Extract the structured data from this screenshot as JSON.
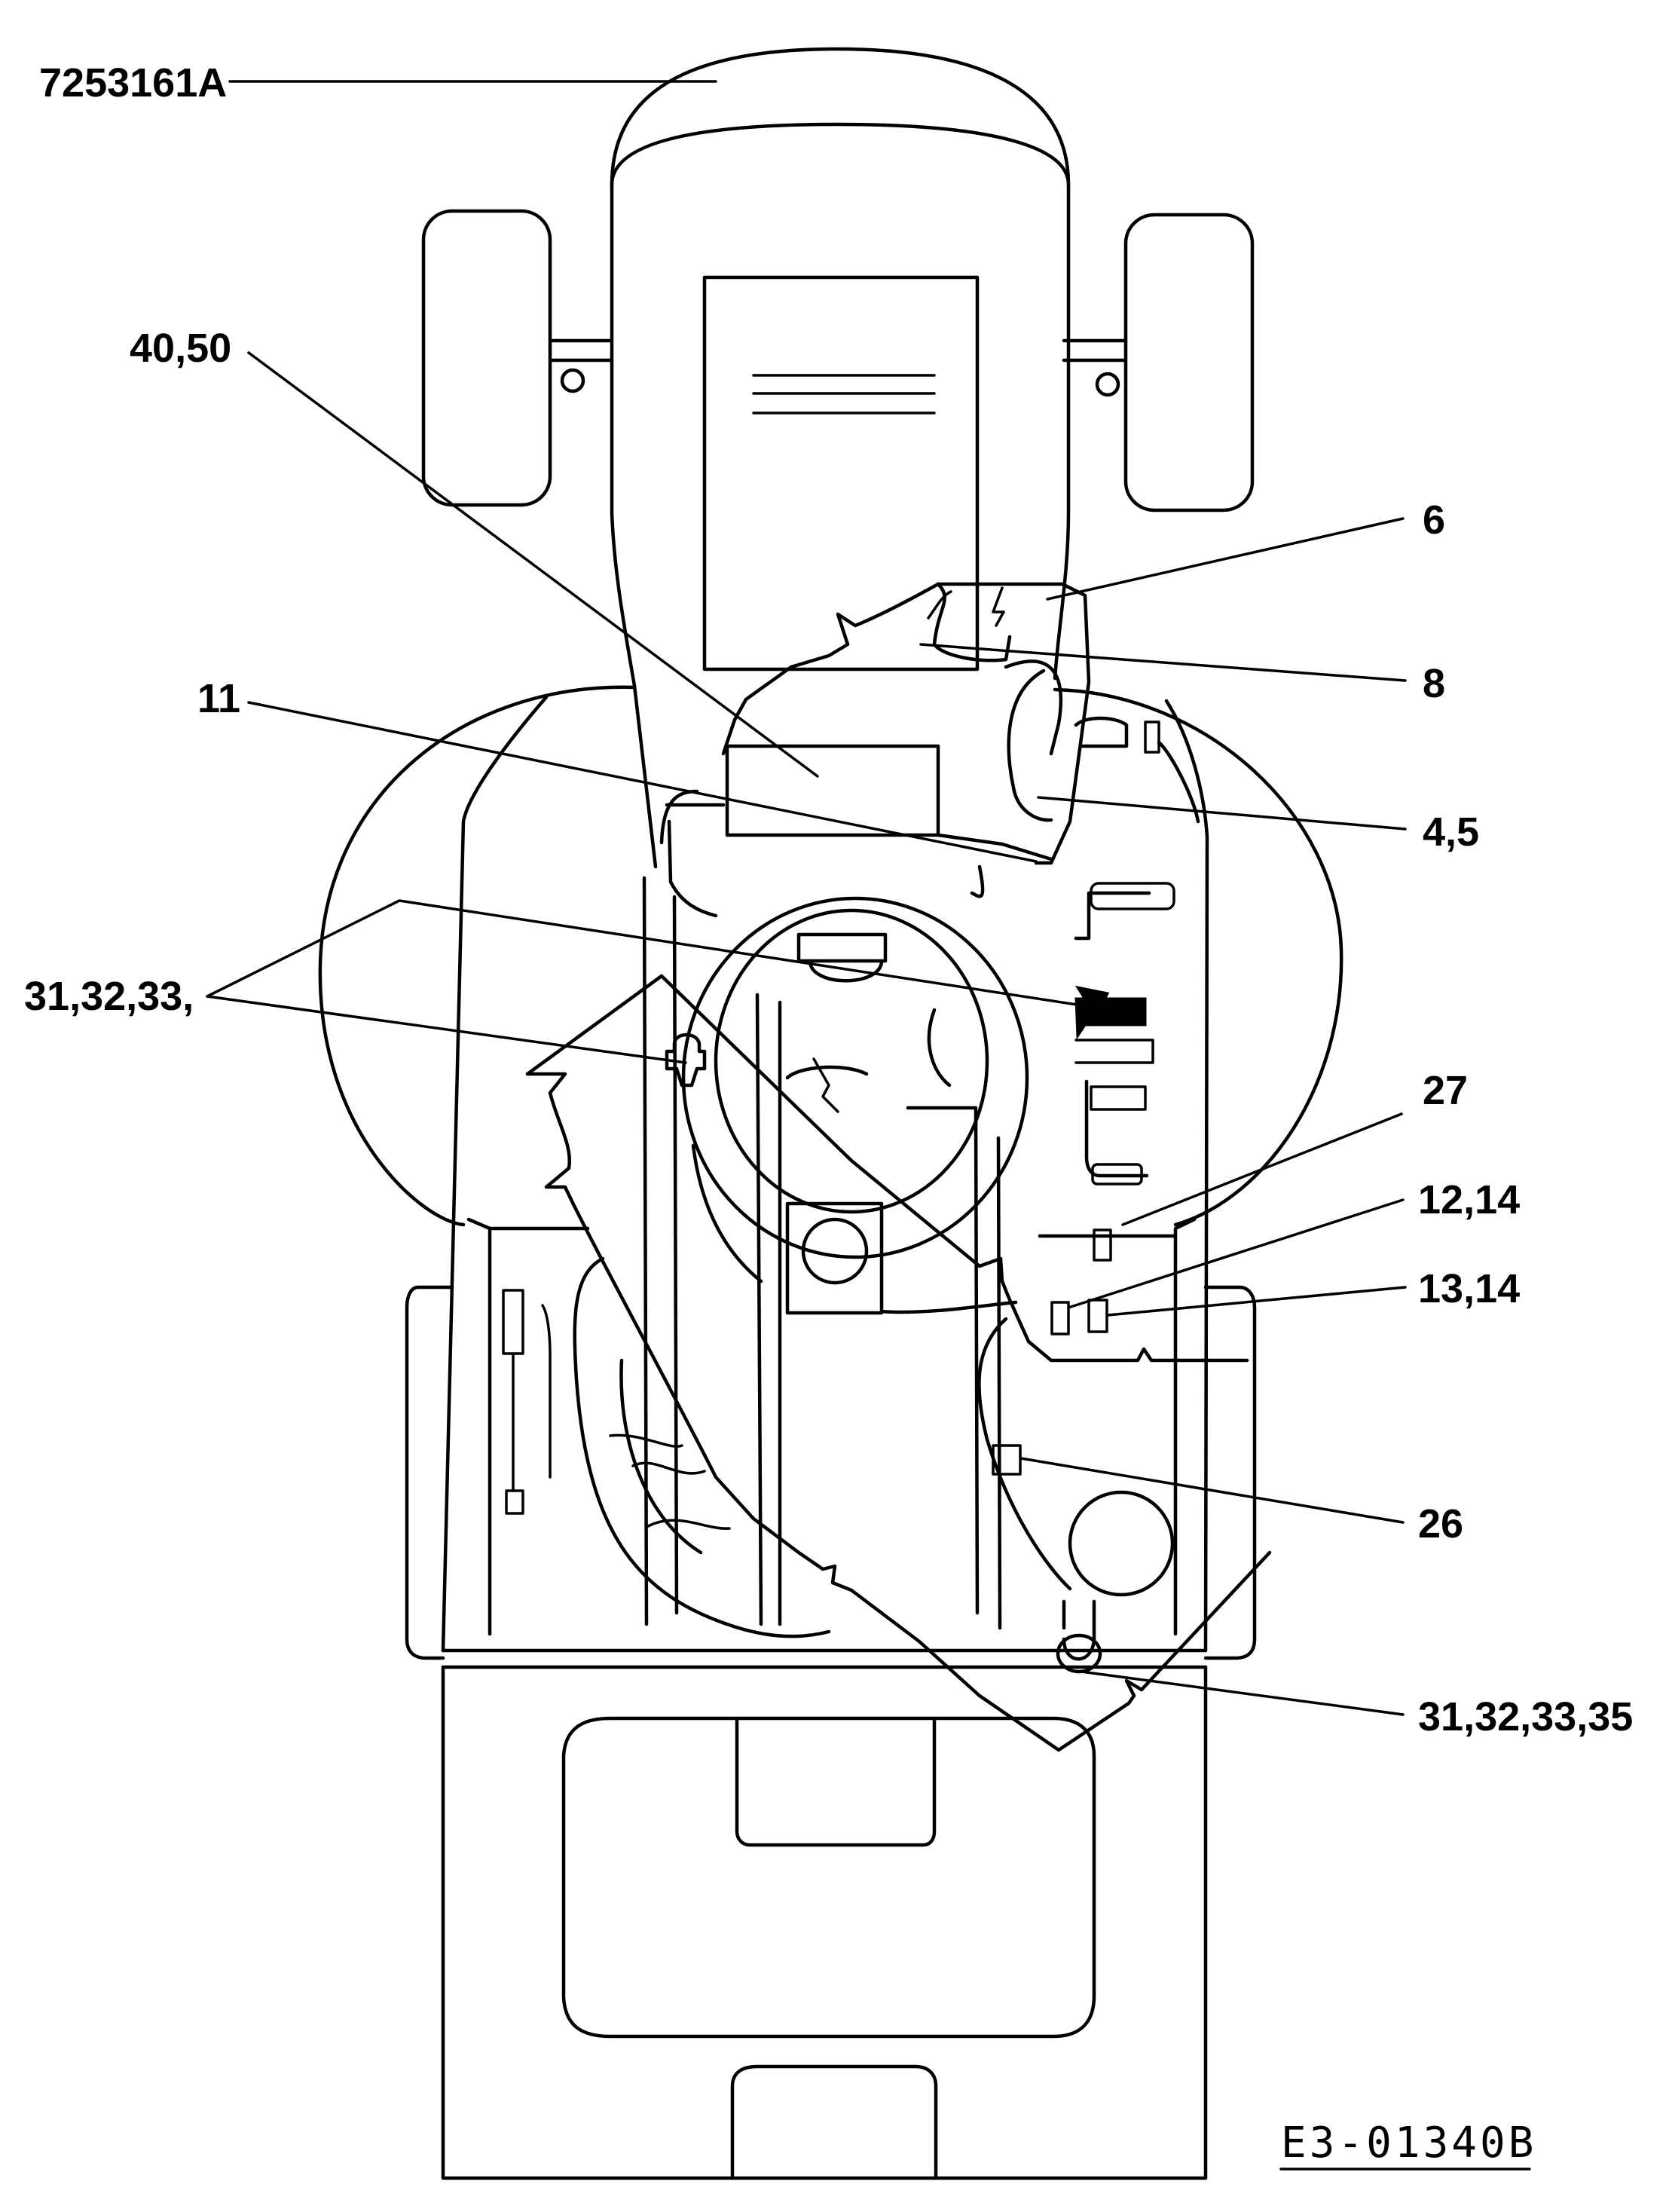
{
  "figure": {
    "part_number": "7253161A",
    "drawing_code": "E3-01340B"
  },
  "callouts": [
    {
      "id": "c-7253161a",
      "text": "7253161A"
    },
    {
      "id": "c-40-50",
      "text": "40,50"
    },
    {
      "id": "c-6",
      "text": "6"
    },
    {
      "id": "c-8",
      "text": "8"
    },
    {
      "id": "c-11",
      "text": "11"
    },
    {
      "id": "c-4-5",
      "text": "4,5"
    },
    {
      "id": "c-31-32-33",
      "text": "31,32,33,"
    },
    {
      "id": "c-27",
      "text": "27"
    },
    {
      "id": "c-12-14",
      "text": "12,14"
    },
    {
      "id": "c-13-14",
      "text": "13,14"
    },
    {
      "id": "c-26",
      "text": "26"
    },
    {
      "id": "c-31-32-33-35",
      "text": "31,32,33,35"
    }
  ]
}
